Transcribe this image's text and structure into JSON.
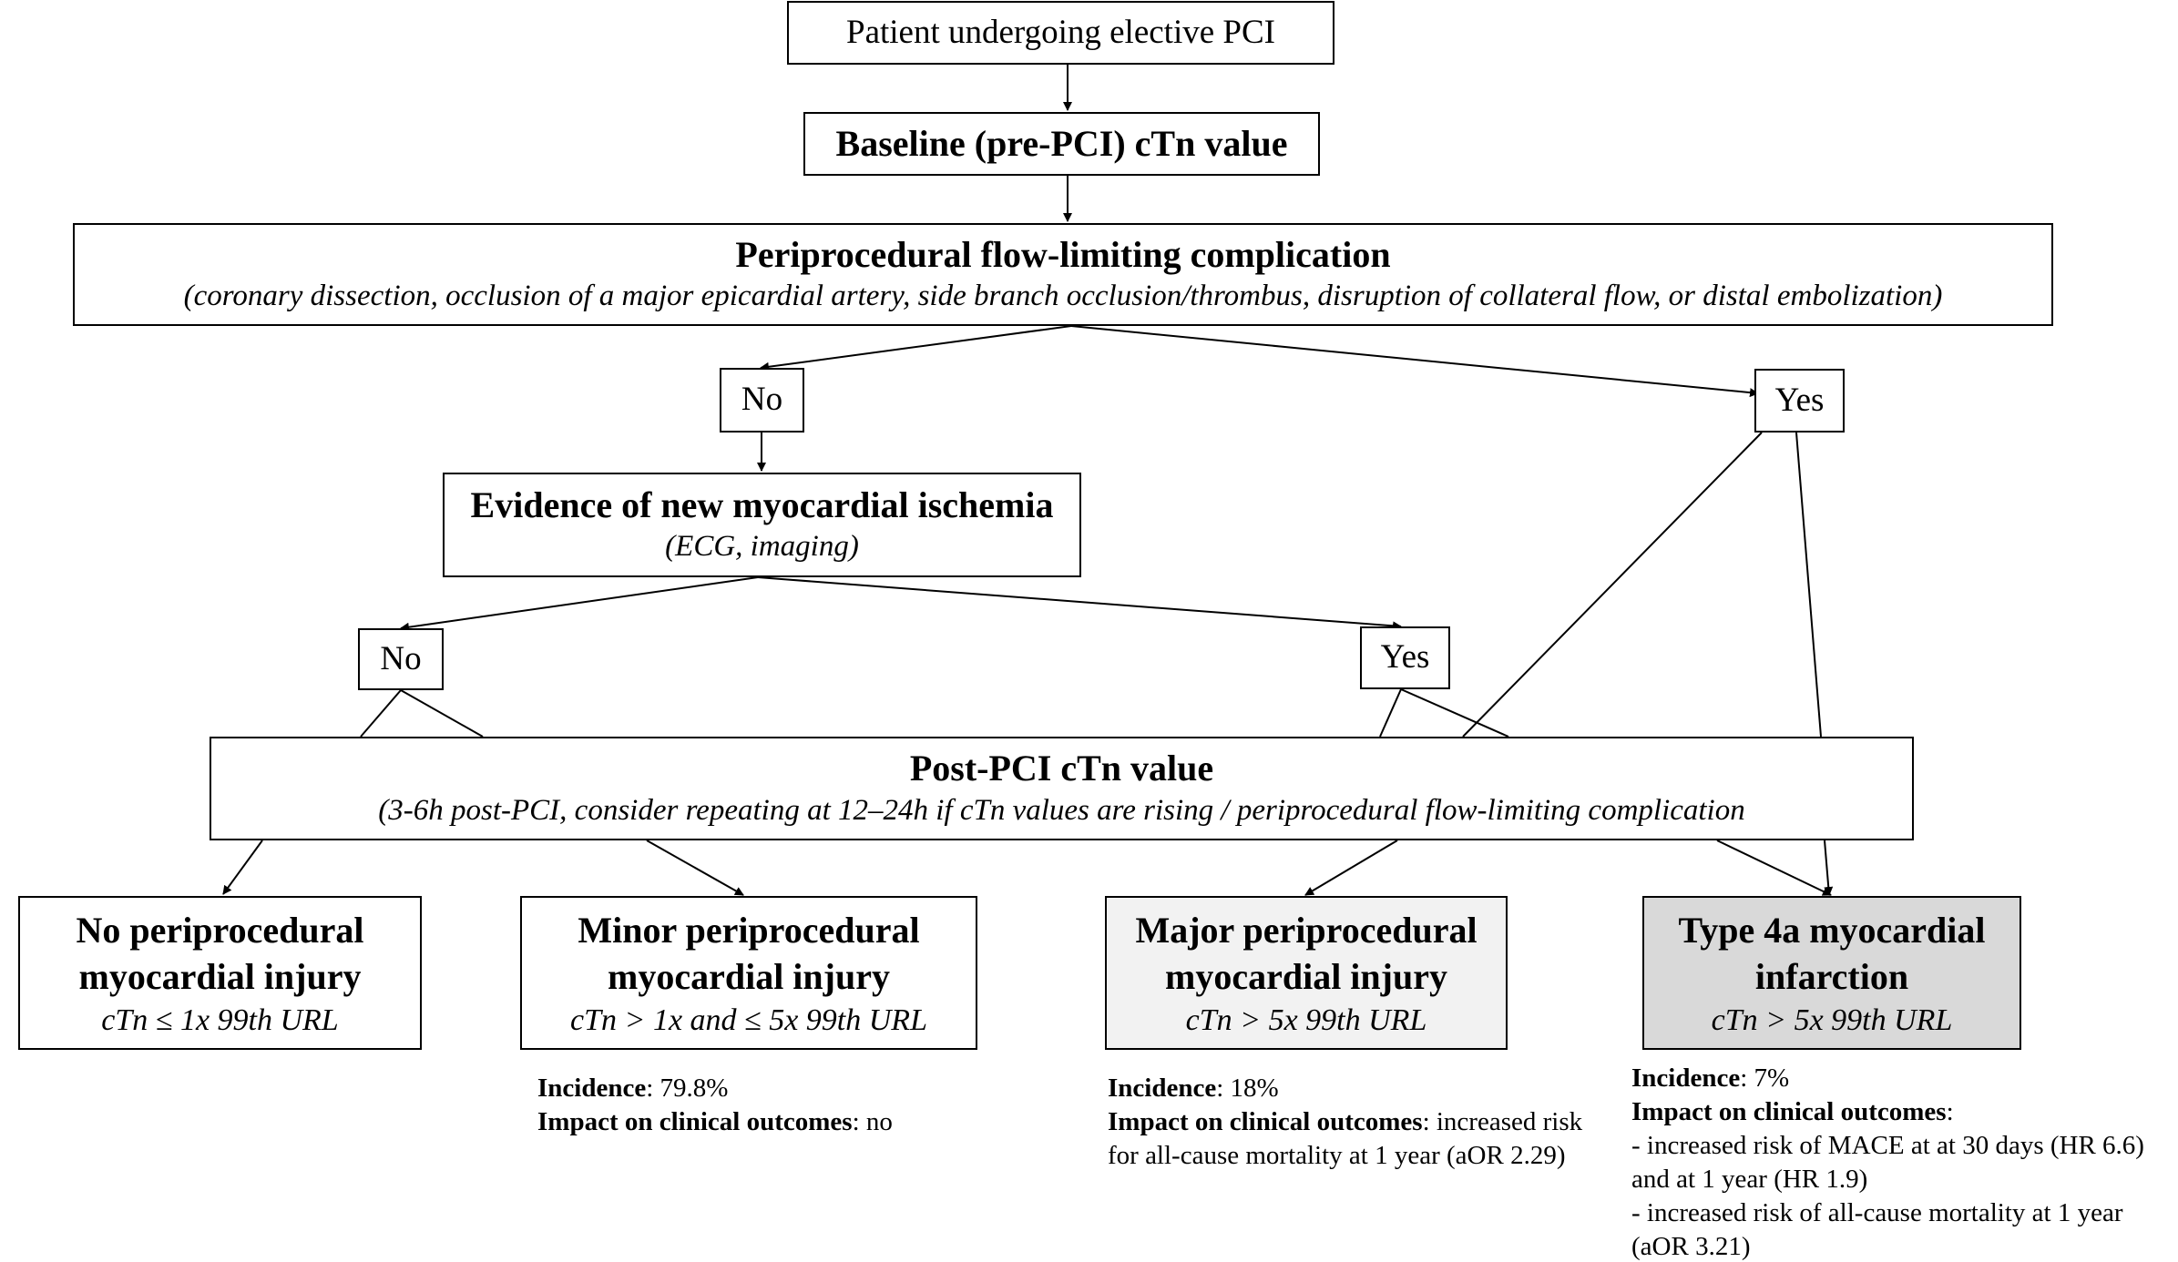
{
  "colors": {
    "line": "#000000",
    "box_fill": "#ffffff",
    "major_fill": "#f2f2f2",
    "type4a_fill": "#d9d9d9"
  },
  "start": {
    "label": "Patient undergoing elective PCI"
  },
  "baseline": {
    "label": "Baseline (pre-PCI) cTn value"
  },
  "complication": {
    "title": "Periprocedural flow-limiting complication",
    "detail": "(coronary dissection, occlusion of a major epicardial artery, side branch occlusion/thrombus, disruption of collateral flow, or distal embolization)"
  },
  "complication_no": {
    "label": "No"
  },
  "complication_yes": {
    "label": "Yes"
  },
  "ischemia": {
    "title": "Evidence of new myocardial ischemia",
    "detail": "(ECG, imaging)"
  },
  "ischemia_no": {
    "label": "No"
  },
  "ischemia_yes": {
    "label": "Yes"
  },
  "post_pci": {
    "title": "Post-PCI cTn value",
    "detail": "(3-6h post-PCI, consider repeating at 12–24h if cTn values are rising / periprocedural flow-limiting complication"
  },
  "outcomes": [
    {
      "title_line1": "No periprocedural",
      "title_line2": "myocardial injury",
      "criterion": "cTn ≤ 1x 99th URL"
    },
    {
      "title_line1": "Minor periprocedural",
      "title_line2": "myocardial injury",
      "criterion": "cTn > 1x and ≤ 5x 99th URL",
      "incidence_label": "Incidence",
      "incidence_value": ": 79.8%",
      "impact_label": "Impact on clinical outcomes",
      "impact_value": ": no"
    },
    {
      "title_line1": "Major periprocedural",
      "title_line2": "myocardial injury",
      "criterion": "cTn > 5x 99th URL",
      "incidence_label": "Incidence",
      "incidence_value": ": 18%",
      "impact_label": "Impact on clinical outcomes",
      "impact_value": ": increased risk for all-cause mortality at 1 year (aOR 2.29)"
    },
    {
      "title_line1": "Type 4a myocardial",
      "title_line2": "infarction",
      "criterion": "cTn > 5x 99th URL",
      "incidence_label": "Incidence",
      "incidence_value": ": 7%",
      "impact_label": "Impact on clinical outcomes",
      "impact_value": ":",
      "impact_item1": "- increased risk of MACE at at 30 days (HR 6.6) and at 1 year (HR 1.9)",
      "impact_item2": "- increased risk of all-cause mortality at 1 year (aOR 3.21)"
    }
  ]
}
